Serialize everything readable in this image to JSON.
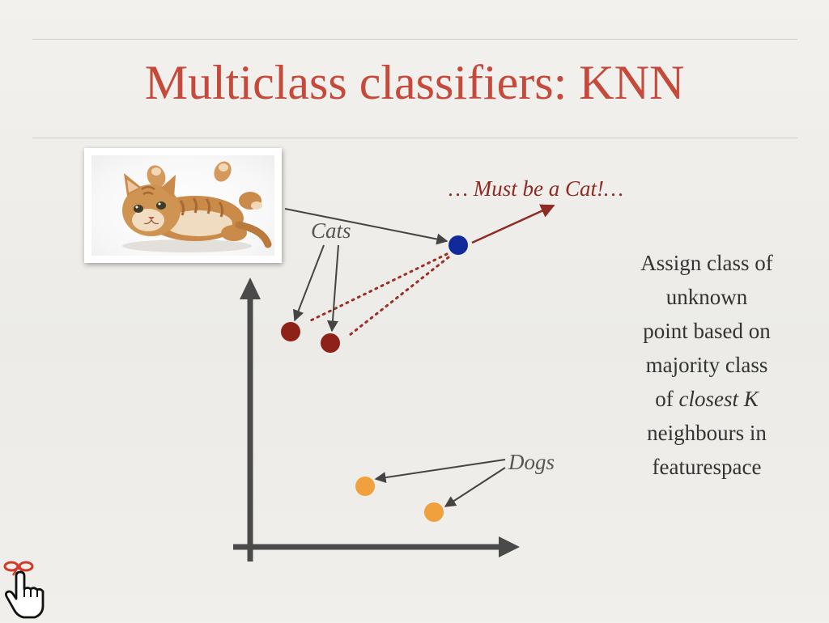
{
  "slide": {
    "title": "Multiclass classifiers: KNN",
    "unknown_point_caption": "… Must be a Cat!…",
    "cats_label": "Cats",
    "dogs_label": "Dogs",
    "description": {
      "line1": "Assign class of",
      "line2": "unknown",
      "line3": "point based on",
      "line4": "majority class",
      "line5_prefix": "of ",
      "line5_emphasis": "closest K",
      "line6": "neighbours in",
      "line7": "featurespace"
    },
    "image": "kitten-photo"
  },
  "colors": {
    "title": "#c64a3b",
    "cat_points": "#8e2218",
    "dog_points": "#f0a03c",
    "unknown_point": "#102a9a",
    "axes": "#4a4a4a",
    "caption": "#8e2b22"
  },
  "icons": {
    "navigation": "hand-pointer-icon"
  }
}
